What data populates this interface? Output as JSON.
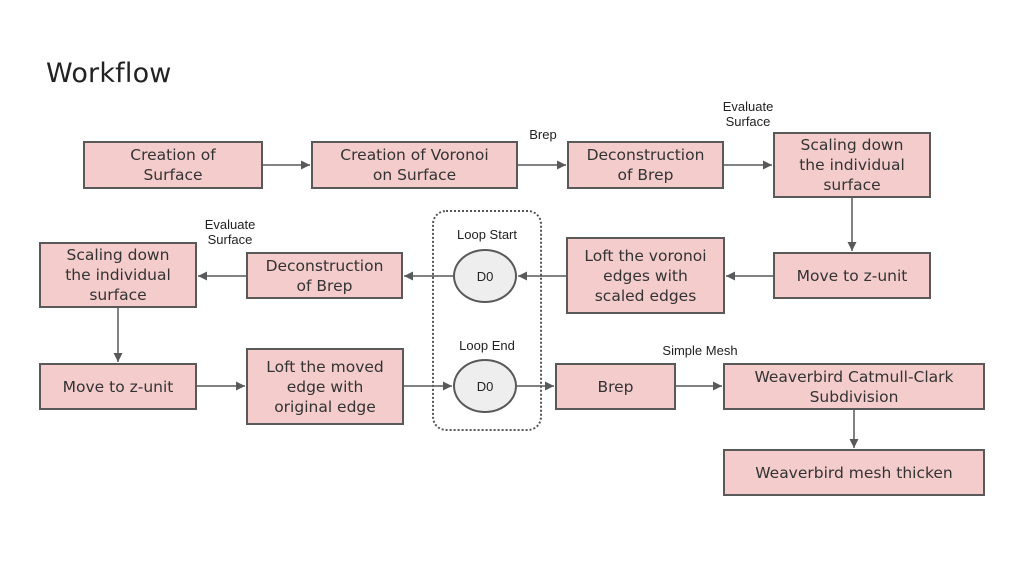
{
  "title": "Workflow",
  "boxes": {
    "creation_surface": "Creation of\nSurface",
    "creation_voronoi": "Creation of Voronoi\non Surface",
    "deconstruction_brep_1": "Deconstruction\nof Brep",
    "scaling_down_1": "Scaling down\nthe individual\nsurface",
    "move_z_1": "Move to z-unit",
    "loft_voronoi": "Loft the voronoi\nedges with\nscaled edges",
    "deconstruction_brep_2": "Deconstruction\nof Brep",
    "scaling_down_2": "Scaling down\nthe individual\nsurface",
    "move_z_2": "Move to z-unit",
    "loft_moved": "Loft the moved\nedge with\noriginal edge",
    "brep": "Brep",
    "catmull_clark": "Weaverbird Catmull-Clark\nSubdivision",
    "mesh_thicken": "Weaverbird mesh thicken"
  },
  "nodes": {
    "loop_start": "D0",
    "loop_end": "D0"
  },
  "labels": {
    "brep": "Brep",
    "evaluate_surface_1": "Evaluate\nSurface",
    "evaluate_surface_2": "Evaluate\nSurface",
    "loop_start": "Loop Start",
    "loop_end": "Loop End",
    "simple_mesh": "Simple Mesh"
  }
}
